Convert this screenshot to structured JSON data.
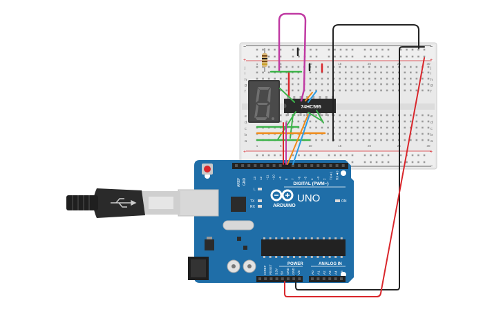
{
  "board": {
    "brand": "ARDUINO",
    "model": "UNO",
    "digital_header": "DIGITAL (PWM~)",
    "power_header": "POWER",
    "analog_header": "ANALOG IN",
    "on_label": "ON",
    "l_label": "L",
    "tx_label": "TX",
    "rx_label": "RX",
    "aref_label": "AREF",
    "gnd_label": "GND",
    "digital_pins": [
      "13",
      "12",
      "~11",
      "~10",
      "~9",
      "8",
      "7",
      "~6",
      "~5",
      "4",
      "~3",
      "2",
      "TX➜1",
      "RX◄0"
    ],
    "power_pins": [
      "IOREF",
      "RESET",
      "3.3V",
      "5V",
      "GND",
      "GND",
      "Vin"
    ],
    "analog_pins": [
      "A0",
      "A1",
      "A2",
      "A3",
      "A4",
      "A5"
    ]
  },
  "breadboard": {
    "row_letters_top": [
      "j",
      "i",
      "h",
      "g",
      "f"
    ],
    "row_letters_bottom": [
      "e",
      "d",
      "c",
      "b",
      "a"
    ],
    "column_numbers": [
      "1",
      "5",
      "10",
      "15",
      "20",
      "25",
      "30"
    ],
    "rail_plus": "+",
    "rail_minus": "−"
  },
  "chip": {
    "label": "74HC595"
  },
  "colors": {
    "board_blue": "#1f6ea8",
    "wire_red": "#d9262b",
    "wire_black": "#222222",
    "wire_magenta": "#c03aa3",
    "wire_green": "#3db34a",
    "wire_orange": "#f08a17",
    "wire_blue": "#2d9be0"
  }
}
